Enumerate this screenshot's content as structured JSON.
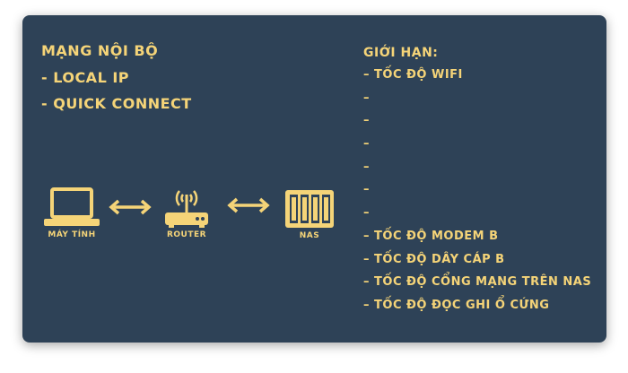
{
  "left": {
    "title": "Mạng nội bộ",
    "items": [
      "- Local IP",
      "- Quick connect"
    ]
  },
  "diagram": {
    "devices": [
      {
        "label": "Máy tính",
        "icon": "laptop-icon"
      },
      {
        "label": "Router",
        "icon": "router-icon"
      },
      {
        "label": "NAS",
        "icon": "nas-icon"
      }
    ]
  },
  "right": {
    "title": "Giới hạn:",
    "items": [
      "– Tốc độ wifi",
      "–",
      "–",
      "–",
      "–",
      "–",
      "–",
      "– Tốc độ modem B",
      "– Tốc độ dây cáp B",
      "– Tốc độ cổng mạng trên NAS",
      "– Tốc độ đọc ghi ổ cứng"
    ]
  },
  "colors": {
    "background": "#2e4257",
    "accent": "#f5d478"
  }
}
